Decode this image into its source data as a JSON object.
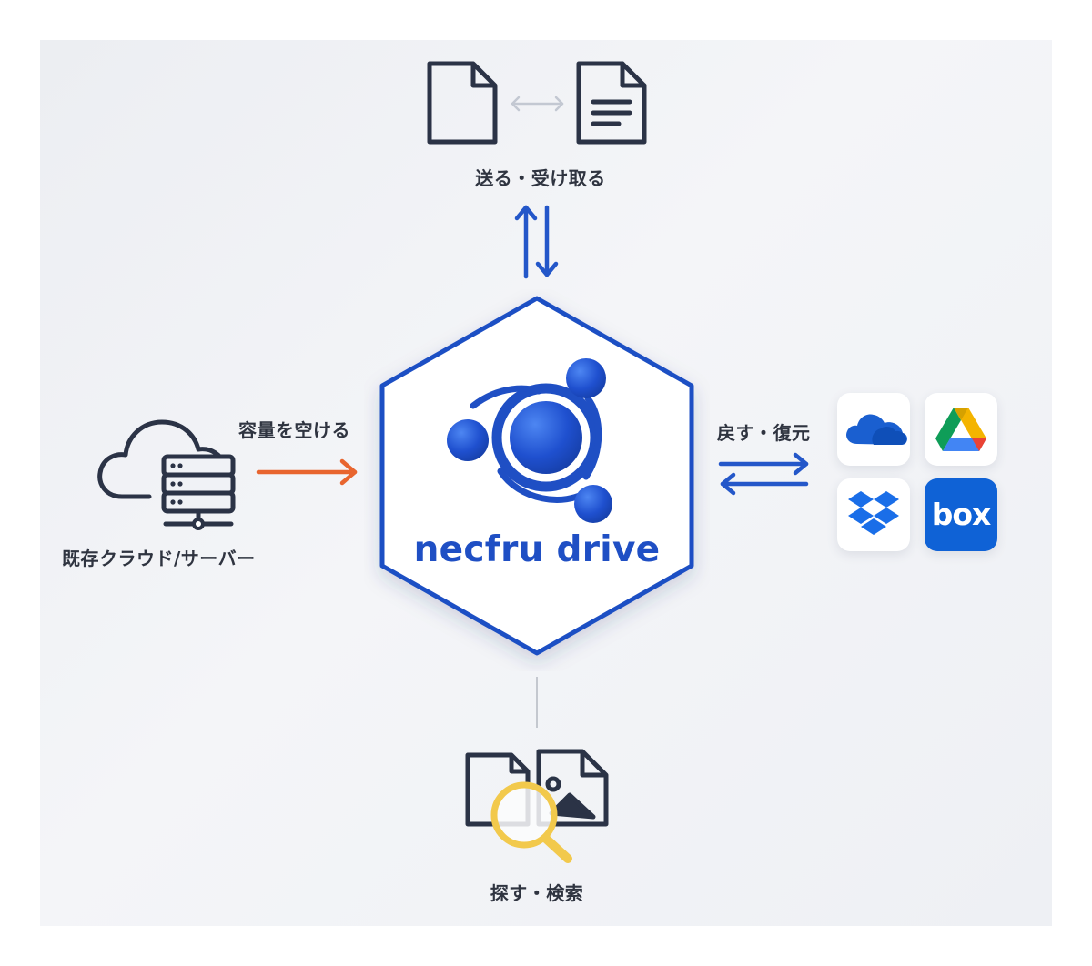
{
  "product": {
    "name": "necfru drive"
  },
  "nodes": {
    "top": {
      "label": "送る・受け取る"
    },
    "left": {
      "label": "既存クラウド/サーバー",
      "action": "容量を空ける"
    },
    "right": {
      "action": "戻す・復元",
      "services": [
        "onedrive-icon",
        "google-drive-icon",
        "dropbox-icon",
        "box-icon"
      ],
      "box_text": "box"
    },
    "bottom": {
      "label": "探す・検索"
    }
  },
  "colors": {
    "brand_blue": "#1f4fc4",
    "arrow_blue": "#2457c9",
    "arrow_orange": "#e8652f",
    "icon_dark": "#2b3346",
    "search_yellow": "#f2c94c",
    "box_blue": "#0f62d6"
  }
}
